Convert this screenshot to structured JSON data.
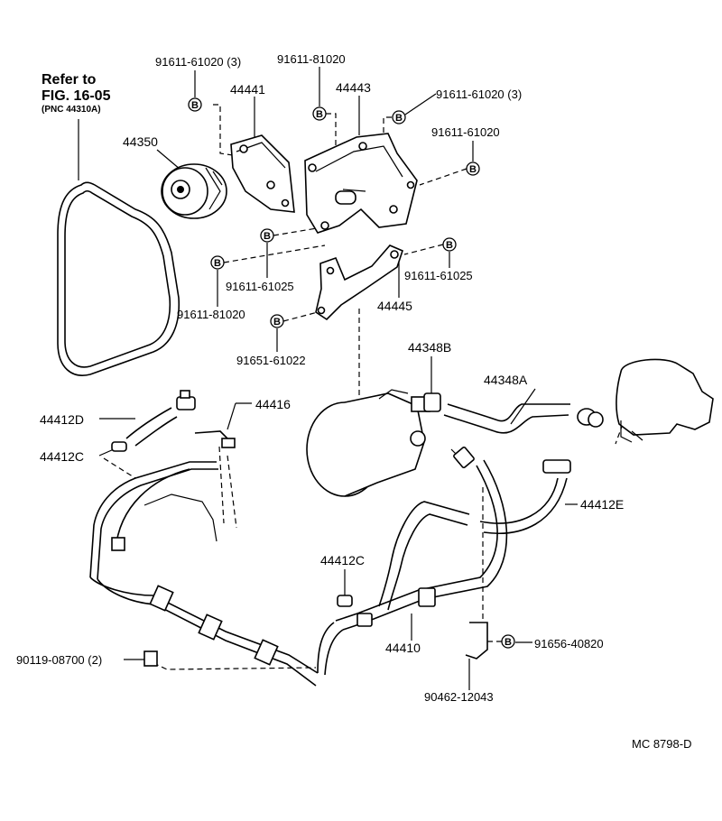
{
  "refer": {
    "line1": "Refer to",
    "line2": "FIG. 16-05",
    "line3": "(PNC 44310A)"
  },
  "bolt_symbol": "B",
  "labels": {
    "p91611_61020_3_left": "91611-61020 (3)",
    "p91611_81020_top": "91611-81020",
    "p44441": "44441",
    "p44443": "44443",
    "p91611_61020_3_right": "91611-61020 (3)",
    "p91611_61020_right": "91611-61020",
    "p44350": "44350",
    "p91611_61025_left": "91611-61025",
    "p91611_61025_right": "91611-61025",
    "p91611_81020_left": "91611-81020",
    "p44445": "44445",
    "p91651_61022": "91651-61022",
    "p44348B": "44348B",
    "p44348A": "44348A",
    "p44412D": "44412D",
    "p44416": "44416",
    "p44412C_left": "44412C",
    "p44412E": "44412E",
    "p44412C_mid": "44412C",
    "p44410": "44410",
    "p91656_40820": "91656-40820",
    "p90119_08700": "90119-08700 (2)",
    "p90462_12043": "90462-12043",
    "code": "MC  8798-D"
  }
}
